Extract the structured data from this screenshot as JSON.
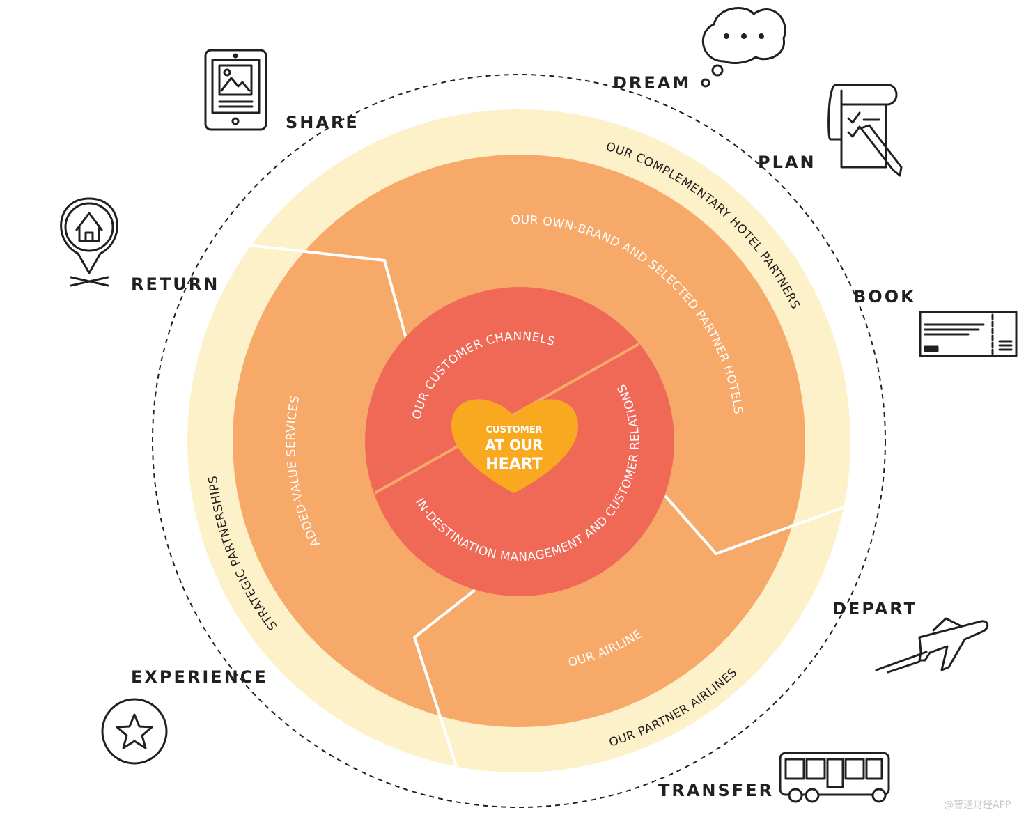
{
  "colors": {
    "cream": "#FDF1C9",
    "orange": "#F7A96A",
    "red": "#F06957",
    "heart": "#F8A91F",
    "divider": "#F7A96A",
    "ink": "#231f20"
  },
  "stages": [
    "DREAM",
    "PLAN",
    "BOOK",
    "DEPART",
    "TRANSFER",
    "EXPERIENCE",
    "RETURN",
    "SHARE"
  ],
  "rings": {
    "complementary": "OUR COMPLEMENTARY HOTEL PARTNERS",
    "own_brand": "OUR OWN-BRAND AND SELECTED PARTNER HOTELS",
    "channels": "OUR CUSTOMER CHANNELS",
    "destination": "IN-DESTINATION MANAGEMENT AND CUSTOMER RELATIONS",
    "airline": "OUR AIRLINE",
    "partner_airlines": "OUR PARTNER AIRLINES",
    "strategic": "STRATEGIC PARTNERSHIPS",
    "added_value": "ADDED-VALUE SERVICES"
  },
  "heart": {
    "line1": "CUSTOMER",
    "line2": "AT OUR",
    "line3": "HEART"
  },
  "icons": [
    "thought-bubble",
    "tablet",
    "checklist-pen",
    "ticket",
    "airplane",
    "bus",
    "star",
    "home-pin"
  ],
  "watermark": "@智通财经APP"
}
